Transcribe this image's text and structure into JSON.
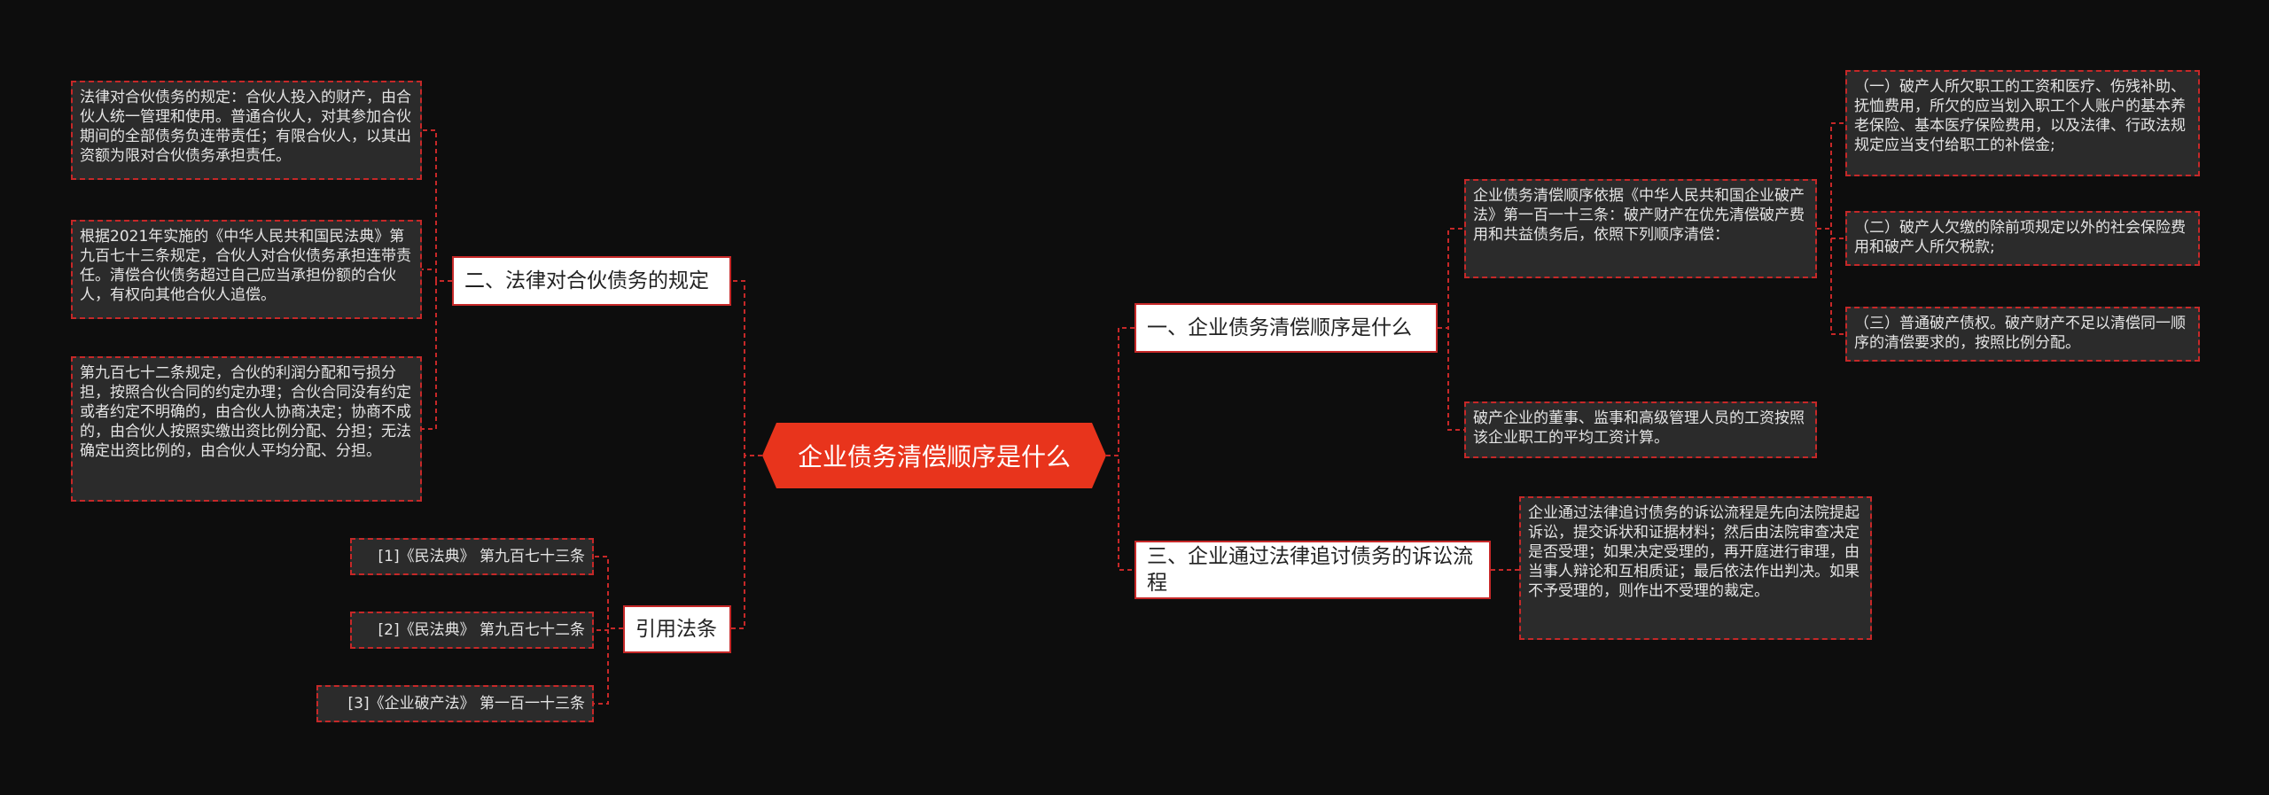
{
  "mindmap": {
    "root": {
      "label": "企业债务清偿顺序是什么"
    },
    "sections": {
      "order": {
        "label": "一、企业债务清偿顺序是什么",
        "basis": "企业债务清偿顺序依据《中华人民共和国企业破产法》第一百一十三条：破产财产在优先清偿破产费用和共益债务后，依照下列顺序清偿：",
        "items": [
          "（一）破产人所欠职工的工资和医疗、伤残补助、抚恤费用，所欠的应当划入职工个人账户的基本养老保险、基本医疗保险费用，以及法律、行政法规规定应当支付给职工的补偿金;",
          "（二）破产人欠缴的除前项规定以外的社会保险费用和破产人所欠税款;",
          "（三）普通破产债权。破产财产不足以清偿同一顺序的清偿要求的，按照比例分配。"
        ],
        "salary": "破产企业的董事、监事和高级管理人员的工资按照该企业职工的平均工资计算。"
      },
      "litigation": {
        "label": "三、企业通过法律追讨债务的诉讼流程",
        "detail": "企业通过法律追讨债务的诉讼流程是先向法院提起诉讼，提交诉状和证据材料；然后由法院审查决定是否受理；如果决定受理的，再开庭进行审理，由当事人辩论和互相质证；最后依法作出判决。如果不予受理的，则作出不受理的裁定。"
      },
      "partnership": {
        "label": "二、法律对合伙债务的规定",
        "items": [
          "法律对合伙债务的规定：合伙人投入的财产，由合伙人统一管理和使用。普通合伙人，对其参加合伙期间的全部债务负连带责任；有限合伙人，以其出资额为限对合伙债务承担责任。",
          "根据2021年实施的《中华人民共和国民法典》第九百七十三条规定，合伙人对合伙债务承担连带责任。清偿合伙债务超过自己应当承担份额的合伙人，有权向其他合伙人追偿。",
          "第九百七十二条规定，合伙的利润分配和亏损分担，按照合伙合同的约定办理；合伙合同没有约定或者约定不明确的，由合伙人协商决定；协商不成的，由合伙人按照实缴出资比例分配、分担；无法确定出资比例的，由合伙人平均分配、分担。"
        ]
      },
      "citations": {
        "label": "引用法条",
        "items": [
          "[1]《民法典》 第九百七十三条",
          "[2]《民法典》 第九百七十二条",
          "[3]《企业破产法》 第一百一十三条"
        ]
      }
    }
  },
  "colors": {
    "background": "#0d0d0d",
    "accent": "#e8341c",
    "link": "#c62828",
    "leaf_fill": "#2b2b2b",
    "leaf_text": "#e4e4e4",
    "branch_fill": "#ffffff"
  }
}
